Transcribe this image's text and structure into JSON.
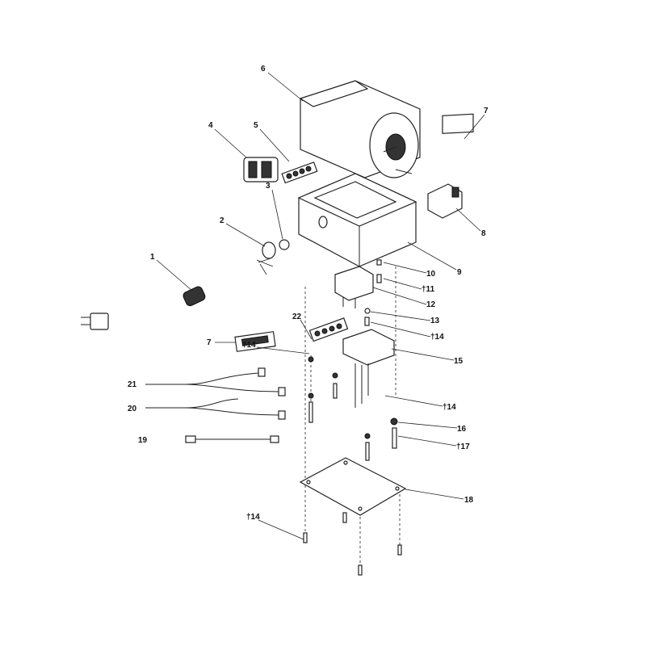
{
  "labels": {
    "p6": "6",
    "p7_top": "7",
    "p4": "4",
    "p5": "5",
    "p3": "3",
    "p2": "2",
    "p1": "1",
    "p8": "8",
    "p9": "9",
    "p10": "10",
    "p11": "†11",
    "p12": "12",
    "p13": "13",
    "p14_a": "†14",
    "p15": "15",
    "p14_b": "†14",
    "p16": "16",
    "p17": "†17",
    "p18": "18",
    "p14_c": "†14",
    "p22": "22",
    "p7_left": "7",
    "p21": "21",
    "p20": "20",
    "p19": "19",
    "p14_d": "†14"
  }
}
